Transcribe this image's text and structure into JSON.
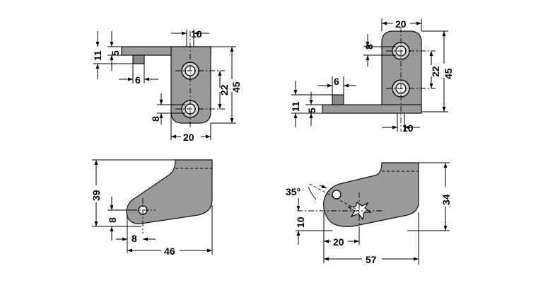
{
  "views": {
    "top_left": {
      "dims": {
        "d10": "10",
        "d5": "5",
        "d11": "11",
        "d6": "6",
        "d22": "22",
        "d45": "45",
        "d8": "8",
        "d20": "20"
      }
    },
    "top_right": {
      "dims": {
        "d20": "20",
        "d8": "8",
        "d22": "22",
        "d45": "45",
        "d6": "6",
        "d11": "11",
        "d5": "5",
        "d10": "10"
      }
    },
    "bottom_left": {
      "dims": {
        "d39": "39",
        "d8v": "8",
        "d8h": "8",
        "d46": "46"
      }
    },
    "bottom_right": {
      "dims": {
        "d35": "35°",
        "d34": "34",
        "d10": "10",
        "d20": "20",
        "d57": "57"
      }
    }
  }
}
